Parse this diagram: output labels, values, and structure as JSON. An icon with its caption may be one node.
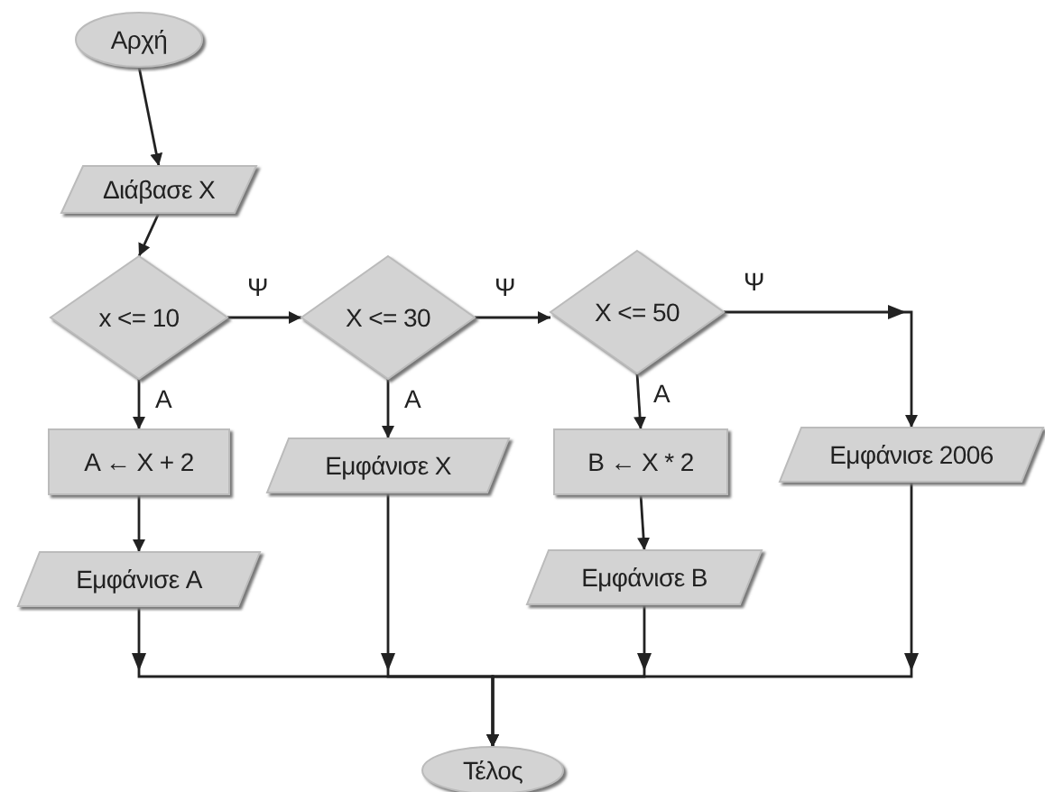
{
  "diagram": {
    "nodes": [
      {
        "text": [
          "Αρχή"
        ]
      },
      {
        "text": [
          "Διάβασε X"
        ]
      },
      {
        "text": [
          "x <= 10"
        ]
      },
      {
        "text": [
          "X <= 30"
        ]
      },
      {
        "text": [
          "X <= 50"
        ]
      },
      {
        "text": [
          "A ← X + 2"
        ]
      },
      {
        "text": [
          "Εμφάνισε X"
        ]
      },
      {
        "text": [
          "B ← X * 2"
        ]
      },
      {
        "text": [
          "Εμφάνισε 2006"
        ]
      },
      {
        "text": [
          "Εμφάνισε A"
        ]
      },
      {
        "text": [
          "Εμφάνισε B"
        ]
      },
      {
        "text": [
          "Τέλος"
        ]
      }
    ],
    "edges": [
      {
        "from": 0,
        "to": 1,
        "arrow": "to"
      },
      {
        "from": 1,
        "to": 2,
        "arrow": "to"
      },
      {
        "from": 2,
        "to": 3,
        "label": "Ψ",
        "arrow": "to"
      },
      {
        "from": 3,
        "to": 4,
        "label": "Ψ",
        "arrow": "to"
      },
      {
        "from": 4,
        "to": 8,
        "label": "Ψ",
        "arrow": "to"
      },
      {
        "from": 2,
        "to": 5,
        "label": "A",
        "arrow": "to"
      },
      {
        "from": 3,
        "to": 6,
        "label": "A",
        "arrow": "to"
      },
      {
        "from": 4,
        "to": 7,
        "label": "A",
        "arrow": "to"
      },
      {
        "from": 5,
        "to": 9,
        "arrow": "to"
      },
      {
        "from": 7,
        "to": 10,
        "arrow": "to"
      },
      {
        "from": 9,
        "to": 11,
        "arrow": "to"
      },
      {
        "from": 6,
        "to": 11,
        "arrow": "to"
      },
      {
        "from": 10,
        "to": 11,
        "arrow": "to"
      },
      {
        "from": 8,
        "to": 11,
        "arrow": "to"
      }
    ]
  }
}
